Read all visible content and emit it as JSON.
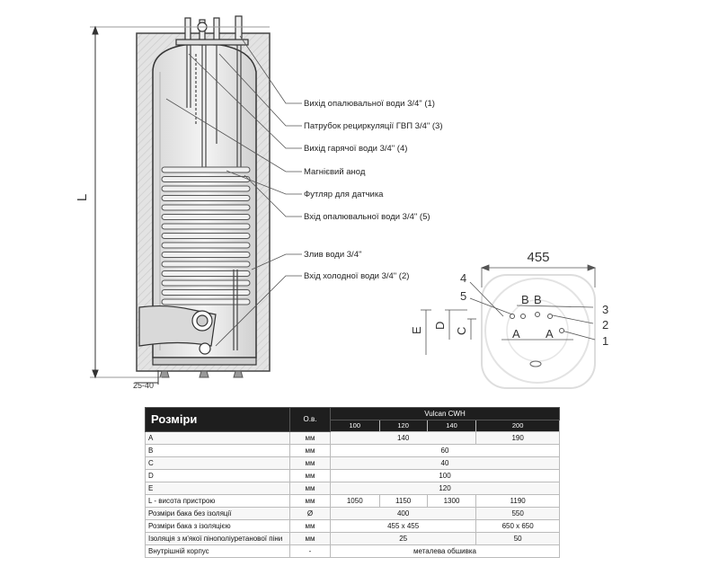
{
  "diagram": {
    "dimension_L": "L",
    "dimension_bottom": "25-40",
    "dimension_455": "455",
    "callouts": [
      "Вихід опалювальної води 3/4\" (1)",
      "Патрубок рециркуляції ГВП  3/4\" (3)",
      "Вихід гарячої води 3/4\" (4)",
      "Магнієвий анод",
      "Футляр для датчика",
      "Вхід опалювальної води 3/4\" (5)",
      "Злив води 3/4\"",
      "Вхід холодної води 3/4\" (2)"
    ],
    "top_view_labels": {
      "n4": "4",
      "n5": "5",
      "n3": "3",
      "n2": "2",
      "n1": "1",
      "B1": "B",
      "B2": "B",
      "A1": "A",
      "A2": "A",
      "E": "E",
      "D": "D",
      "C": "C"
    }
  },
  "table": {
    "title": "Розміри",
    "unit_header": "О.в.",
    "model": "Vulcan CWH",
    "sizes": [
      "100",
      "120",
      "140",
      "200"
    ],
    "rows": [
      {
        "label": "A",
        "unit": "мм",
        "cells": [
          {
            "v": "140",
            "span": 3
          },
          {
            "v": "190",
            "span": 1
          }
        ]
      },
      {
        "label": "B",
        "unit": "мм",
        "cells": [
          {
            "v": "60",
            "span": 4
          }
        ]
      },
      {
        "label": "C",
        "unit": "мм",
        "cells": [
          {
            "v": "40",
            "span": 4
          }
        ]
      },
      {
        "label": "D",
        "unit": "мм",
        "cells": [
          {
            "v": "100",
            "span": 4
          }
        ]
      },
      {
        "label": "E",
        "unit": "мм",
        "cells": [
          {
            "v": "120",
            "span": 4
          }
        ]
      },
      {
        "label": "L - висота пристрою",
        "unit": "мм",
        "cells": [
          {
            "v": "1050",
            "span": 1
          },
          {
            "v": "1150",
            "span": 1
          },
          {
            "v": "1300",
            "span": 1
          },
          {
            "v": "1190",
            "span": 1
          }
        ]
      },
      {
        "label": "Розміри бака без ізоляції",
        "unit": "Ø",
        "cells": [
          {
            "v": "400",
            "span": 3
          },
          {
            "v": "550",
            "span": 1
          }
        ]
      },
      {
        "label": "Розміри бака з ізоляцією",
        "unit": "мм",
        "cells": [
          {
            "v": "455 x 455",
            "span": 3
          },
          {
            "v": "650 x 650",
            "span": 1
          }
        ]
      },
      {
        "label": "Ізоляція з м'якої пінополіуретанової піни",
        "unit": "мм",
        "cells": [
          {
            "v": "25",
            "span": 3
          },
          {
            "v": "50",
            "span": 1
          }
        ]
      },
      {
        "label": "Внутрішній корпус",
        "unit": "-",
        "cells": [
          {
            "v": "металева обшивка",
            "span": 4
          }
        ]
      }
    ]
  }
}
